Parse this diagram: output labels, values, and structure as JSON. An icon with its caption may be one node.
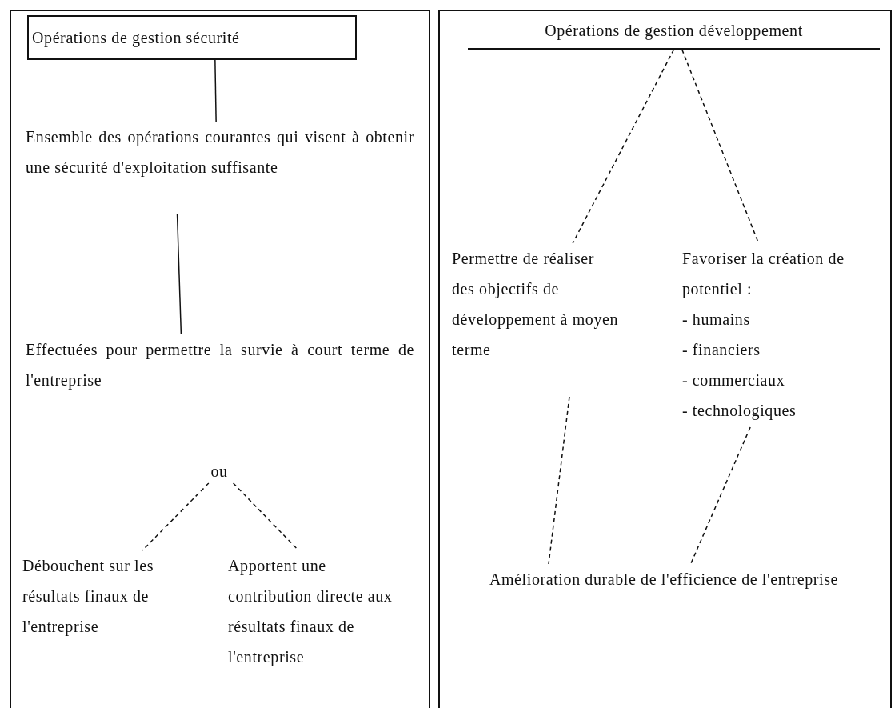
{
  "diagram": {
    "nodes": [
      {
        "text": [],
        "shape": "box"
      },
      {
        "text": [
          "Opérations de gestion sécurité"
        ],
        "in": 0
      },
      {
        "text": [
          "Ensemble des opérations courantes qui visent à obtenir une sécurité d'exploitation suffisante"
        ],
        "in": 0
      },
      {
        "text": [
          "Effectuées pour permettre la survie à court terme de l'entreprise"
        ],
        "in": 0
      },
      {
        "text": [
          "ou"
        ],
        "in": 0
      },
      {
        "text": [
          "Débouchent sur les résultats finaux de l'entreprise"
        ],
        "in": 0
      },
      {
        "text": [
          "Apportent une contribution directe aux résultats finaux de l'entreprise"
        ],
        "in": 0
      },
      {
        "text": [],
        "shape": "box"
      },
      {
        "text": [
          "Opérations de gestion développement"
        ],
        "in": 7
      },
      {
        "text": [
          "Permettre de réaliser des objectifs de développement à moyen terme"
        ],
        "in": 7
      },
      {
        "text": [
          "Favoriser la création de potentiel :",
          "- humains",
          "- financiers",
          "- commerciaux",
          "- technologiques"
        ],
        "in": 7
      },
      {
        "text": [
          "Amélioration durable de l'efficience de l'entreprise"
        ],
        "in": 7
      }
    ],
    "edges": [
      {
        "from": 1,
        "to": 2,
        "arrow": "none"
      },
      {
        "from": 2,
        "to": 3,
        "arrow": "none"
      },
      {
        "from": 4,
        "to": 5,
        "arrow": "none",
        "style": "dashed"
      },
      {
        "from": 4,
        "to": 6,
        "arrow": "none",
        "style": "dashed"
      },
      {
        "from": 8,
        "to": 9,
        "arrow": "none",
        "style": "dashed"
      },
      {
        "from": 8,
        "to": 10,
        "arrow": "none",
        "style": "dashed"
      },
      {
        "from": 9,
        "to": 11,
        "arrow": "none",
        "style": "dashed"
      },
      {
        "from": 10,
        "to": 11,
        "arrow": "none",
        "style": "dashed"
      }
    ]
  }
}
